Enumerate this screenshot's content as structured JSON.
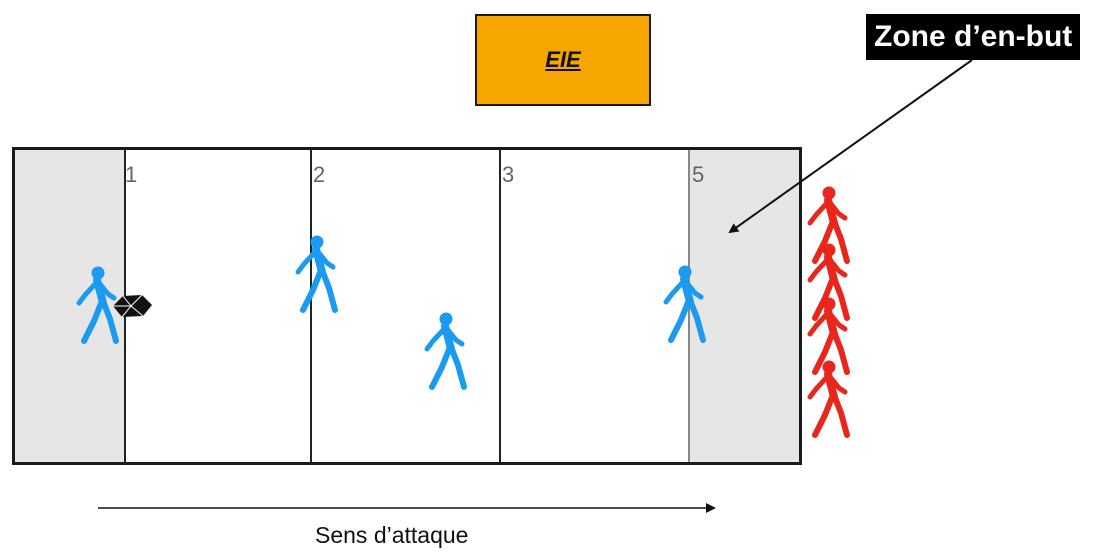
{
  "eie_box": {
    "label": "EIE",
    "color": "#f7a600"
  },
  "zone_callout": {
    "label": "Zone d’en-but"
  },
  "zone_numbers": [
    "1",
    "2",
    "3",
    "5"
  ],
  "direction": {
    "label": "Sens d’attaque"
  },
  "colors": {
    "attackers": "#1a9bf0",
    "defenders": "#e8261c",
    "endzone": "#e6e6e6"
  }
}
